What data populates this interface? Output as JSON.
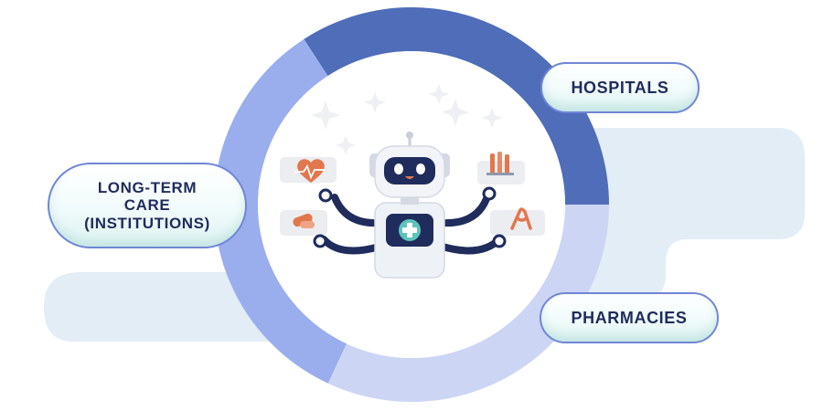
{
  "labels": {
    "hospitals": "HOSPITALS",
    "long_term_care": "LONG-TERM\nCARE\n(INSTITUTIONS)",
    "pharmacies": "PHARMACIES"
  },
  "ring_segments": [
    {
      "name": "hospitals",
      "color": "#4f6db8"
    },
    {
      "name": "pharmacies",
      "color": "#cdd5f5"
    },
    {
      "name": "long-term-care",
      "color": "#9aaeee"
    }
  ],
  "colors": {
    "background_cloud": "#e3edf6",
    "label_border": "#6f86d6",
    "label_text": "#1f2c5c",
    "robot_dark": "#1f2c5c",
    "robot_body": "#eef1f6",
    "accent_teal": "#5cc4bd",
    "accent_orange": "#e2774e"
  },
  "icons": [
    "heart-pulse-icon",
    "test-tubes-icon",
    "pills-icon",
    "awareness-ribbon-icon",
    "medical-cross-icon",
    "robot-icon"
  ]
}
